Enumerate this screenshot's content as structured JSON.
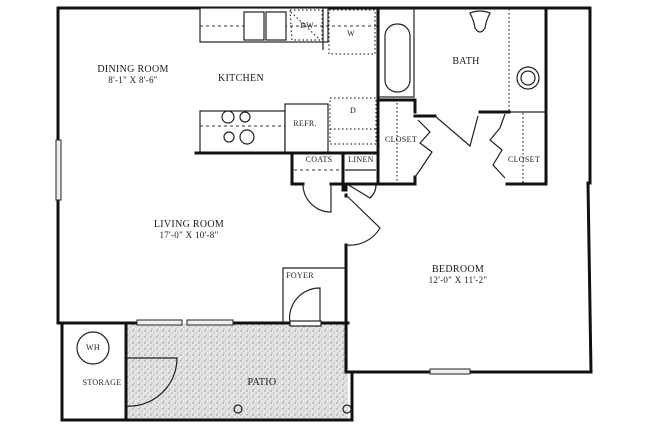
{
  "floor_plan": {
    "rooms": [
      {
        "id": "dining",
        "name": "DINING ROOM",
        "dimensions": "8'-1\" X 8'-6\""
      },
      {
        "id": "kitchen",
        "name": "KITCHEN"
      },
      {
        "id": "living",
        "name": "LIVING ROOM",
        "dimensions": "17'-0\" X 10'-8\""
      },
      {
        "id": "bath",
        "name": "BATH"
      },
      {
        "id": "bedroom",
        "name": "BEDROOM",
        "dimensions": "12'-0\" X 11'-2\""
      },
      {
        "id": "foyer",
        "name": "FOYER"
      },
      {
        "id": "patio",
        "name": "PATIO"
      },
      {
        "id": "storage",
        "name": "STORAGE"
      }
    ],
    "closets": [
      {
        "id": "coats",
        "name": "COATS"
      },
      {
        "id": "linen",
        "name": "LINEN"
      },
      {
        "id": "closet_bath_left",
        "name": "CLOSET"
      },
      {
        "id": "closet_bedroom",
        "name": "CLOSET"
      }
    ],
    "fixtures": {
      "dishwasher": "DW",
      "washer": "W",
      "dryer": "D",
      "refrigerator": "REFR.",
      "water_heater": "WH"
    },
    "colors": {
      "walls": "#111111",
      "background": "#ffffff",
      "patio_fill": "#dcdcdc"
    }
  }
}
